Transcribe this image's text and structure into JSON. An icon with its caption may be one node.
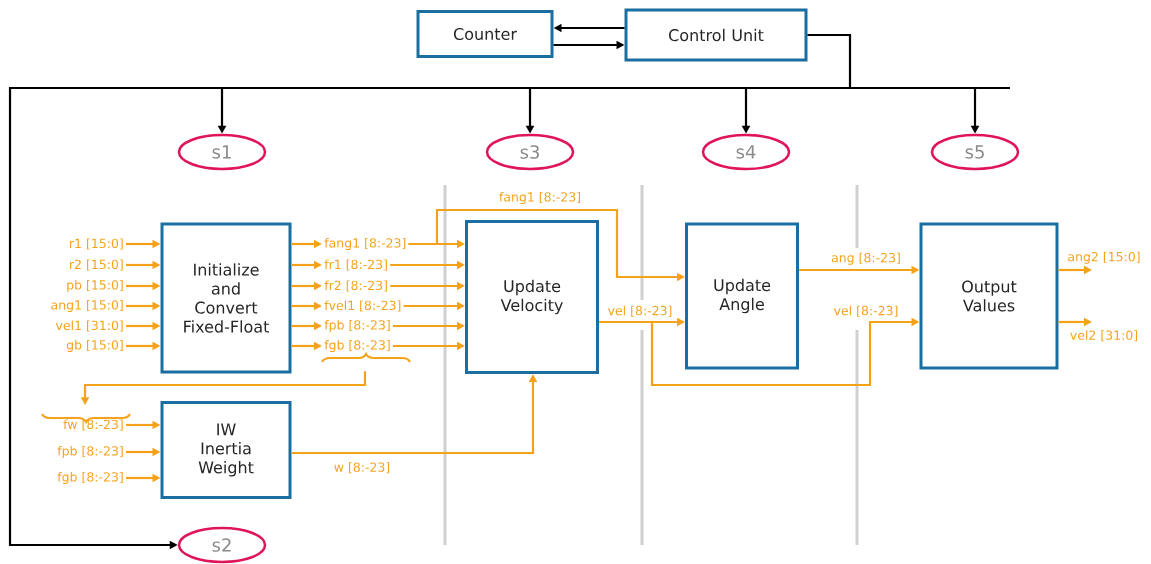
{
  "diagram": {
    "nodes": [
      {
        "text": [
          "Counter"
        ]
      },
      {
        "text": [
          "Control Unit"
        ]
      },
      {
        "text": [
          "s1"
        ]
      },
      {
        "text": [
          "s3"
        ]
      },
      {
        "text": [
          "s4"
        ]
      },
      {
        "text": [
          "s5"
        ]
      },
      {
        "text": [
          "s2"
        ]
      },
      {
        "text": [
          "Initialize and Convert Fixed-Float"
        ]
      },
      {
        "text": [
          "Update Velocity"
        ]
      },
      {
        "text": [
          "Update Angle"
        ]
      },
      {
        "text": [
          "Output Values"
        ]
      },
      {
        "text": [
          "IW Inertia Weight"
        ]
      },
      {
        "text": [
          "r1 [15:0]"
        ]
      },
      {
        "text": [
          "r2 [15:0]"
        ]
      },
      {
        "text": [
          "pb [15:0]"
        ]
      },
      {
        "text": [
          "ang1 [15:0]"
        ]
      },
      {
        "text": [
          "vel1 [31:0]"
        ]
      },
      {
        "text": [
          "gb [15:0]"
        ]
      },
      {
        "text": [
          "fang1 [8:-23]"
        ]
      },
      {
        "text": [
          "fr1 [8:-23]"
        ]
      },
      {
        "text": [
          "fr2 [8:-23]"
        ]
      },
      {
        "text": [
          "fvel1 [8:-23]"
        ]
      },
      {
        "text": [
          "fpb [8:-23]"
        ]
      },
      {
        "text": [
          "fgb [8:-23]"
        ]
      },
      {
        "text": [
          "fw [8:-23]"
        ]
      },
      {
        "text": [
          "fpb [8:-23]"
        ]
      },
      {
        "text": [
          "fgb [8:-23]"
        ]
      }
    ],
    "edges": [
      {
        "from": 12,
        "to": 7,
        "arrow": "to"
      },
      {
        "from": 13,
        "to": 7,
        "arrow": "to"
      },
      {
        "from": 14,
        "to": 7,
        "arrow": "to"
      },
      {
        "from": 15,
        "to": 7,
        "arrow": "to"
      },
      {
        "from": 16,
        "to": 7,
        "arrow": "to"
      },
      {
        "from": 17,
        "to": 7,
        "arrow": "to"
      },
      {
        "from": 7,
        "to": 18,
        "arrow": "to"
      },
      {
        "from": 7,
        "to": 19,
        "arrow": "to"
      },
      {
        "from": 7,
        "to": 20,
        "arrow": "to"
      },
      {
        "from": 7,
        "to": 21,
        "arrow": "to"
      },
      {
        "from": 7,
        "to": 22,
        "arrow": "to"
      },
      {
        "from": 7,
        "to": 23,
        "arrow": "to"
      },
      {
        "from": 18,
        "to": 8,
        "arrow": "to"
      },
      {
        "from": 19,
        "to": 8,
        "arrow": "to"
      },
      {
        "from": 20,
        "to": 8,
        "arrow": "to"
      },
      {
        "from": 21,
        "to": 8,
        "arrow": "to"
      },
      {
        "from": 22,
        "to": 8,
        "arrow": "to"
      },
      {
        "from": 23,
        "to": 8,
        "arrow": "to"
      },
      {
        "from": 18,
        "to": 9,
        "arrow": "to",
        "label": "fang1 [8:-23]"
      },
      {
        "from": 8,
        "to": 9,
        "arrow": "to",
        "label": "vel [8:-23]"
      },
      {
        "from": 8,
        "to": 10,
        "arrow": "to",
        "label": "vel [8:-23]"
      },
      {
        "from": 9,
        "to": 10,
        "arrow": "to",
        "label": "ang [8:-23]"
      },
      {
        "from": 10,
        "to": null,
        "arrow": "to",
        "label": "ang2 [15:0]"
      },
      {
        "from": 10,
        "to": null,
        "arrow": "to",
        "label": "vel2 [31:0]"
      },
      {
        "from": 11,
        "to": 8,
        "arrow": "to",
        "label": "w [8:-23]"
      },
      {
        "from": 24,
        "to": 11,
        "arrow": "to"
      },
      {
        "from": 25,
        "to": 11,
        "arrow": "to"
      },
      {
        "from": 26,
        "to": 11,
        "arrow": "to"
      },
      {
        "from": 23,
        "to": 24,
        "arrow": "to"
      },
      {
        "from": 1,
        "to": 0,
        "arrow": "to",
        "color": "#000000"
      },
      {
        "from": 0,
        "to": 1,
        "arrow": "to",
        "color": "#000000"
      },
      {
        "from": 1,
        "to": 2,
        "arrow": "to",
        "color": "#000000"
      },
      {
        "from": 1,
        "to": 3,
        "arrow": "to",
        "color": "#000000"
      },
      {
        "from": 1,
        "to": 4,
        "arrow": "to",
        "color": "#000000"
      },
      {
        "from": 1,
        "to": 5,
        "arrow": "to",
        "color": "#000000"
      },
      {
        "from": 1,
        "to": 6,
        "arrow": "to",
        "color": "#000000"
      }
    ]
  }
}
